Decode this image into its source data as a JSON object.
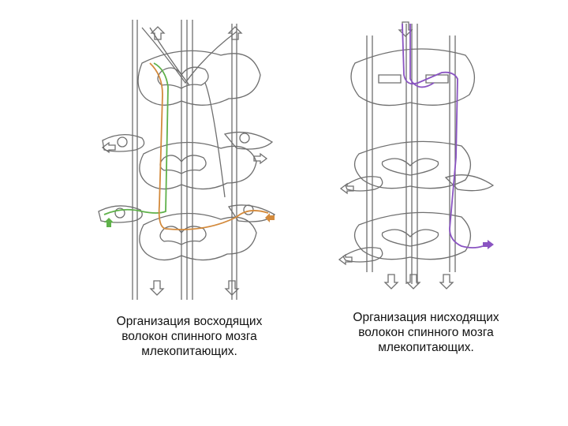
{
  "colors": {
    "outline": "#6f6f6f",
    "ascending_green": "#5fb14a",
    "ascending_orange": "#d38a3c",
    "descending_purple": "#8a54c2"
  },
  "left_figure": {
    "caption_lines": [
      "Организация восходящих",
      "волокон спинного мозга",
      "млекопитающих."
    ]
  },
  "right_figure": {
    "caption_lines": [
      "Организация нисходящих",
      "волокон спинного мозга",
      "млекопитающих."
    ]
  }
}
